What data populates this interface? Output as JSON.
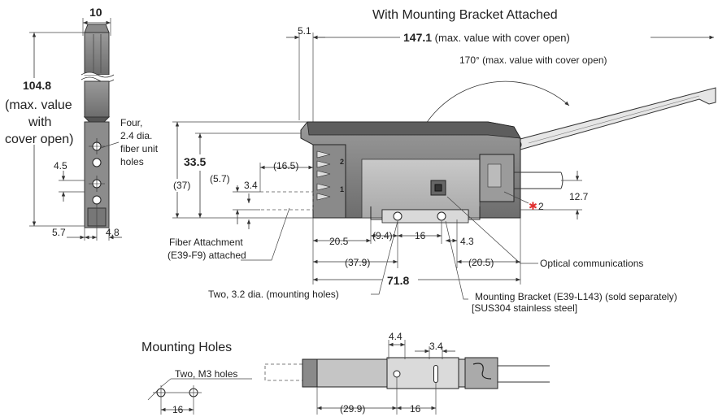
{
  "title": "With Mounting Bracket Attached",
  "front": {
    "width": "10",
    "height": "104.8",
    "height_note_1": "(max. value",
    "height_note_2": "with",
    "height_note_3": "cover open)",
    "holes_1": "Four,",
    "holes_2": "2.4 dia.",
    "holes_3": "fiber unit",
    "holes_4": "holes",
    "dim_4_5": "4.5",
    "dim_5_7": "5.7",
    "dim_4_8": "4.8"
  },
  "side": {
    "dim_5_1": "5.1",
    "len_bold": "147.1",
    "len_note": " (max. value with cover open)",
    "angle": "170° (max. value with cover open)",
    "height_bold": "33.5",
    "height_37": "(37)",
    "dim_16_5": "(16.5)",
    "dim_5_7p": "(5.7)",
    "dim_3_4": "3.4",
    "dim_12_7": "12.7",
    "note_mark": "✱",
    "note_num": "2",
    "dim_20_5": "20.5",
    "dim_9_4": "(9.4)",
    "dim_16": "16",
    "dim_4_3": "4.3",
    "dim_37_9": "(37.9)",
    "dim_20_5p": "(20.5)",
    "total_bold": "71.8",
    "port_1": "1",
    "port_2": "2",
    "fiber_label_1": "Fiber Attachment",
    "fiber_label_2": "(E39-F9) attached",
    "optical_label": "Optical communications",
    "holes_label": "Two, 3.2 dia. (mounting holes)",
    "bracket_label_1": "Mounting Bracket (E39-L143) (sold separately)",
    "bracket_label_2": "[SUS304 stainless steel]"
  },
  "mounting": {
    "title": "Mounting Holes",
    "holes_label": "Two, M3 holes",
    "dim_16": "16"
  },
  "bottom": {
    "dim_4_4": "4.4",
    "dim_3_4": "3.4",
    "dim_29_9": "(29.9)",
    "dim_16": "16"
  }
}
